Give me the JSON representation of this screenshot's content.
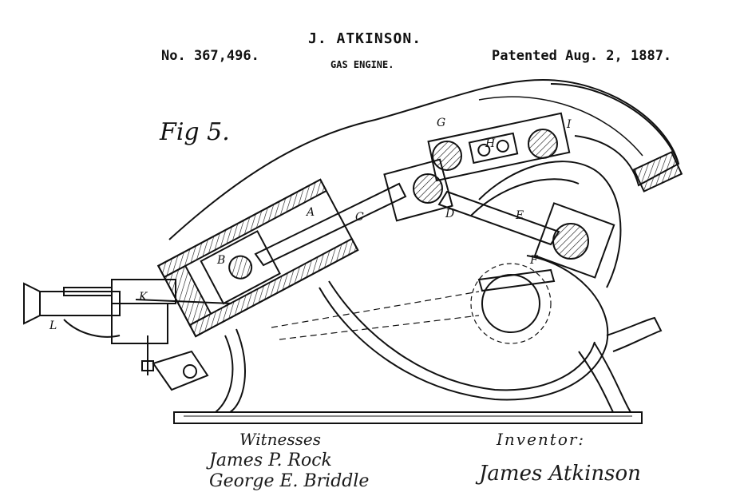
{
  "header": {
    "patent_number": "No. 367,496.",
    "inventor": "J. ATKINSON.",
    "title": "GAS ENGINE.",
    "date": "Patented Aug. 2, 1887."
  },
  "figure_label": "Fig 5.",
  "part_labels": {
    "a": "A",
    "b": "B",
    "c": "C",
    "d": "D",
    "e": "E",
    "f": "F",
    "g": "G",
    "h": "H",
    "i": "I",
    "k": "K",
    "l": "L"
  },
  "signatures": {
    "witnesses_heading": "Witnesses",
    "witness_1": "James P. Rock",
    "witness_2": "George E. Briddle",
    "inventor_heading": "Inventor:",
    "inventor_signature": "James Atkinson"
  }
}
